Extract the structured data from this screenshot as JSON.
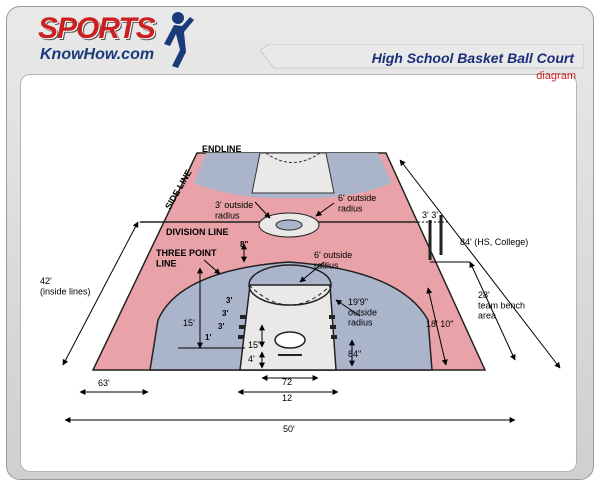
{
  "header": {
    "logo_top": "SPORTS",
    "logo_bottom": "KnowHow.com",
    "title": "High School Basket Ball Court",
    "subtitle": "diagram"
  },
  "labels": {
    "endline": "ENDLINE",
    "side_line": "SIDE LINE",
    "division_line": "DIVISION LINE",
    "three_point_line": "THREE POINT\nLINE",
    "center_3ft_radius": "3' outside\nradius",
    "center_6ft_radius": "6' outside\nradius",
    "key_6ft_radius": "6' outside\nradius",
    "three_pt_radius": "19'9\"\noutside\nradius",
    "bench_length": "84' (HS, College)",
    "bench_area": "28'\nteam bench\narea",
    "width_inside": "42'\n(inside lines)"
  },
  "dimensions": {
    "d_8": "8\"",
    "d_3a": "3'",
    "d_3b": "3'",
    "d_3c": "3'",
    "d_1": "1'",
    "d_15_left": "15'",
    "d_15_key": "15'",
    "d_4": "4'",
    "d_84in": "84\"",
    "d_18_10": "18' 10\"",
    "d_72": "72",
    "d_12": "12",
    "d_63": "63'",
    "d_50": "50'",
    "d_3_3": "3' 3'"
  },
  "colors": {
    "court_pink": "#e9a2a7",
    "key_blue": "#aab5cc",
    "lane_white": "#ebe8e8",
    "title_blue": "#1a2e7a",
    "logo_red": "#cc1f1f"
  }
}
